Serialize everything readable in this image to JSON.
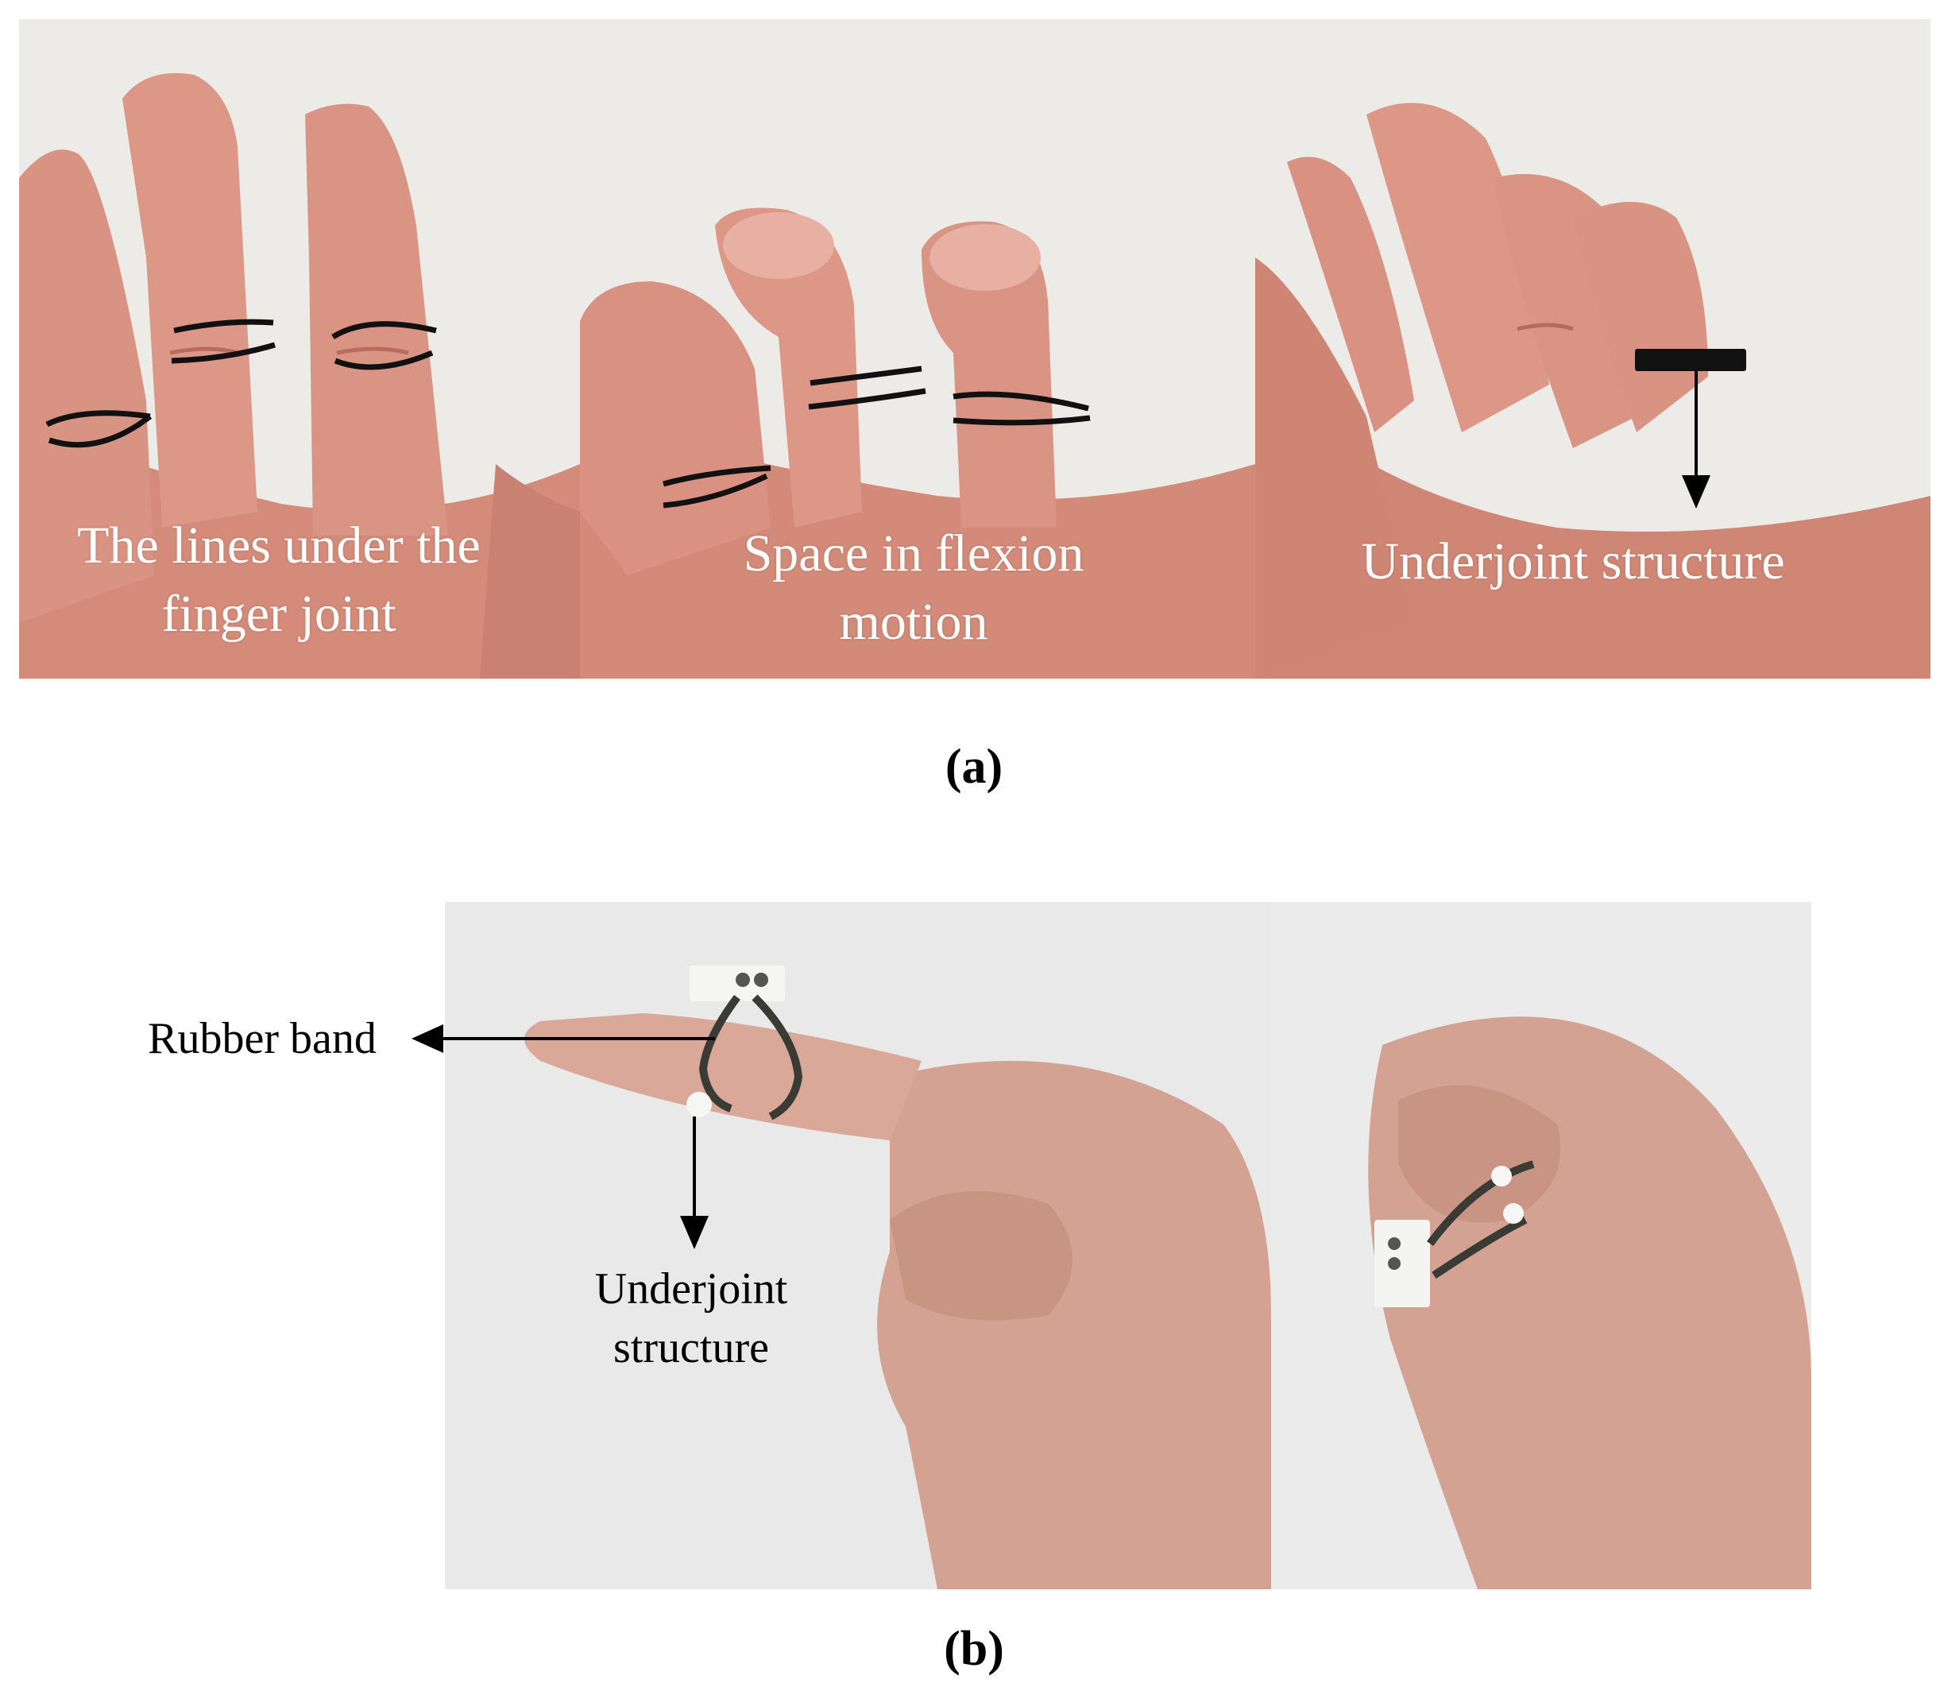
{
  "panel_a": {
    "caption": "(a)",
    "photo1_label": "The lines under the\nfinger joint",
    "photo2_label": "Space in flexion\nmotion",
    "photo3_label": "Underjoint structure"
  },
  "panel_b": {
    "caption": "(b)",
    "rubber_band_label": "Rubber band",
    "underjoint_label": "Underjoint\nstructure"
  },
  "colors": {
    "skin": "#d98f7f",
    "skin_shadow": "#c27364",
    "background_wall": "#ecebe6",
    "marker": "#111111"
  }
}
